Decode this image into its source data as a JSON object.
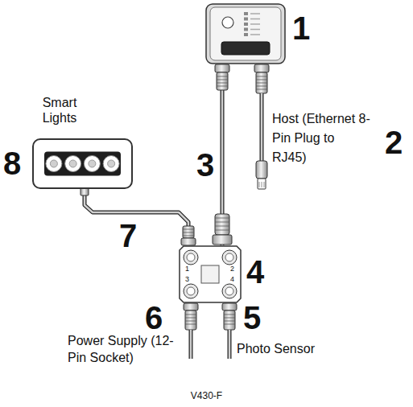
{
  "diagram": {
    "caption": "V430-F",
    "nodes": [
      {
        "text": [
          "1"
        ]
      },
      {
        "text": [
          "Smart Lights",
          "8"
        ]
      },
      {
        "text": [
          "1",
          "2",
          "3",
          "4",
          "4"
        ]
      }
    ],
    "edges": [
      {
        "from": 0,
        "to": 2,
        "arrow": "none",
        "label": "3"
      },
      {
        "from": 1,
        "to": 2,
        "arrow": "none",
        "label": "7"
      }
    ],
    "labels": [
      "Host (Ethernet 8-Pin Plug to RJ45)",
      "2",
      "6",
      "Power Supply (12-Pin Socket)",
      "5",
      "Photo Sensor"
    ]
  }
}
